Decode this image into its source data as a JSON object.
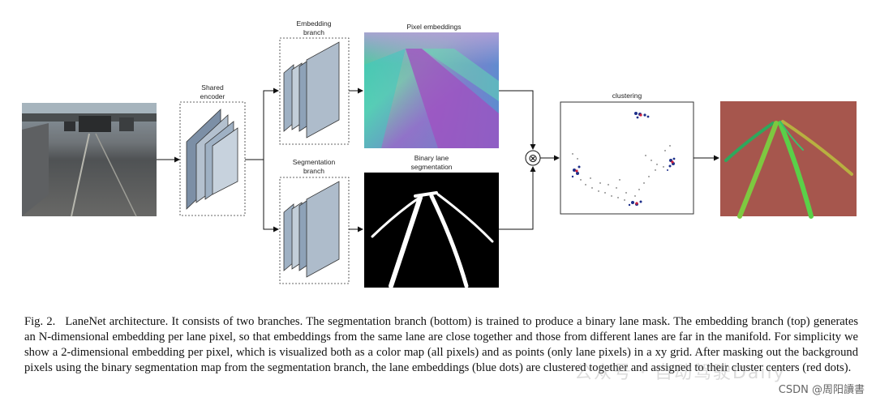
{
  "diagram": {
    "shared_encoder_label": [
      "Shared",
      "encoder"
    ],
    "embedding_branch_label": [
      "Embedding",
      "branch"
    ],
    "segmentation_branch_label": [
      "Segmentation",
      "branch"
    ],
    "pixel_embeddings_label": "Pixel embeddings",
    "binary_lane_label": [
      "Binary lane",
      "segmentation"
    ],
    "clustering_label": "clustering",
    "combine_symbol": "⊗"
  },
  "caption": {
    "fig_label": "Fig. 2.",
    "text": "LaneNet architecture. It consists of two branches. The segmentation branch (bottom) is trained to produce a binary lane mask. The embedding branch (top) generates an N-dimensional embedding per lane pixel, so that embeddings from the same lane are close together and those from different lanes are far in the manifold. For simplicity we show a 2-dimensional embedding per pixel, which is visualized both as a color map (all pixels) and as points (only lane pixels) in a xy grid. After masking out the background pixels using the binary segmentation map from the segmentation branch, the lane embeddings (blue dots) are clustered together and assigned to their cluster centers (red dots)."
  },
  "watermark": {
    "text": "公众号 · 自动驾驶Daily",
    "csdn": "CSDN @周阳讀書"
  }
}
